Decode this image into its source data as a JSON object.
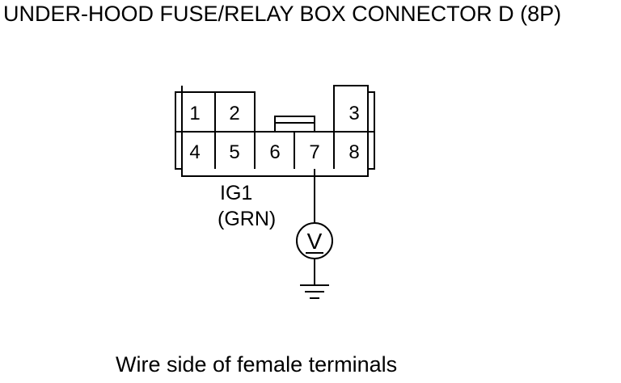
{
  "title": "UNDER-HOOD FUSE/RELAY BOX CONNECTOR D (8P)",
  "connector": {
    "pins": {
      "p1": "1",
      "p2": "2",
      "p3": "3",
      "p4": "4",
      "p5": "5",
      "p6": "6",
      "p7": "7",
      "p8": "8"
    }
  },
  "wire": {
    "signal": "IG1",
    "color": "(GRN)"
  },
  "meter": {
    "symbol": "V"
  },
  "caption": "Wire side of female terminals",
  "icons": {
    "meter": "voltmeter-icon",
    "ground": "ground-icon"
  },
  "colors": {
    "line": "#000000",
    "background": "#ffffff"
  }
}
